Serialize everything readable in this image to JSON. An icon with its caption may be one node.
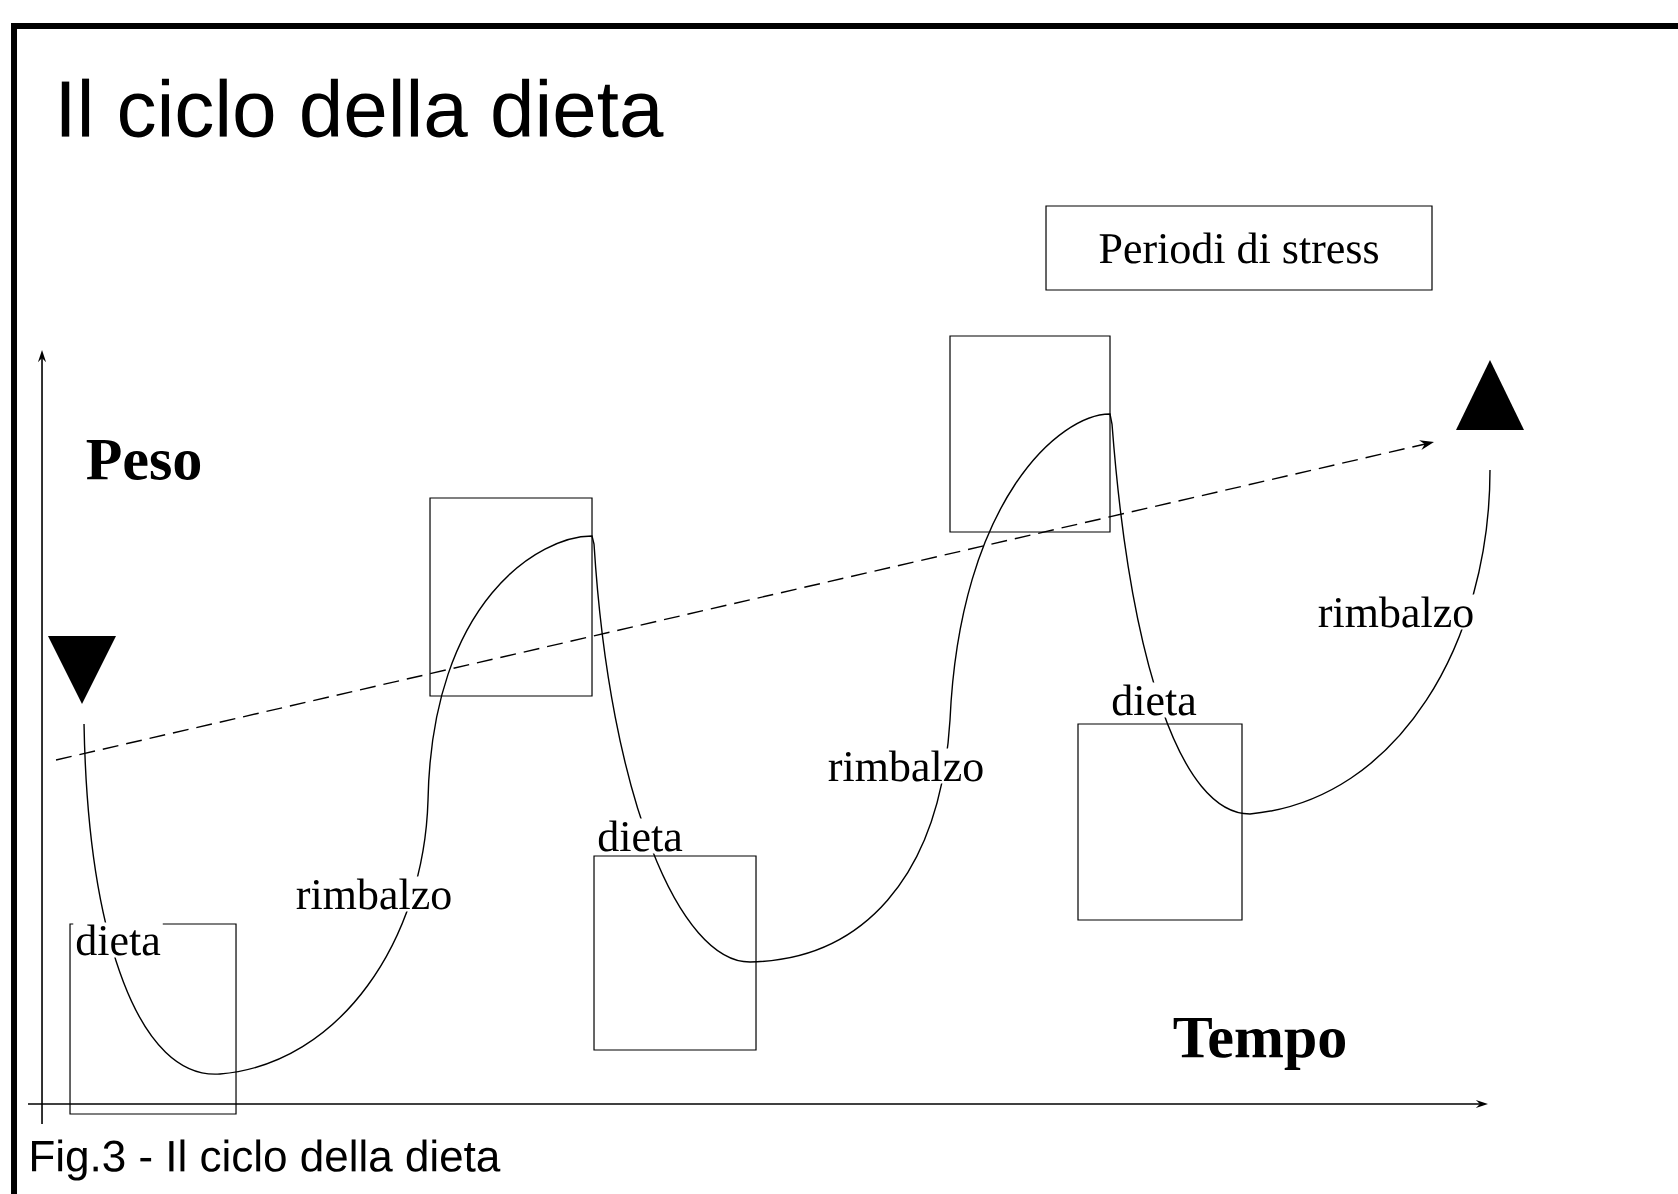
{
  "diagram": {
    "title": "Il ciclo della dieta",
    "caption": "Fig.3 - Il ciclo della dieta",
    "nodes": [
      {
        "text": [
          "Periodi di stress"
        ]
      },
      {
        "text": [],
        "shape": "box"
      },
      {
        "text": [],
        "shape": "box"
      },
      {
        "text": [],
        "shape": "box"
      },
      {
        "text": [],
        "shape": "box"
      },
      {
        "text": [],
        "shape": "box"
      }
    ],
    "labels": [
      "Peso",
      "dieta",
      "rimbalzo",
      "dieta",
      "rimbalzo",
      "dieta",
      "rimbalzo",
      "Tempo"
    ]
  }
}
